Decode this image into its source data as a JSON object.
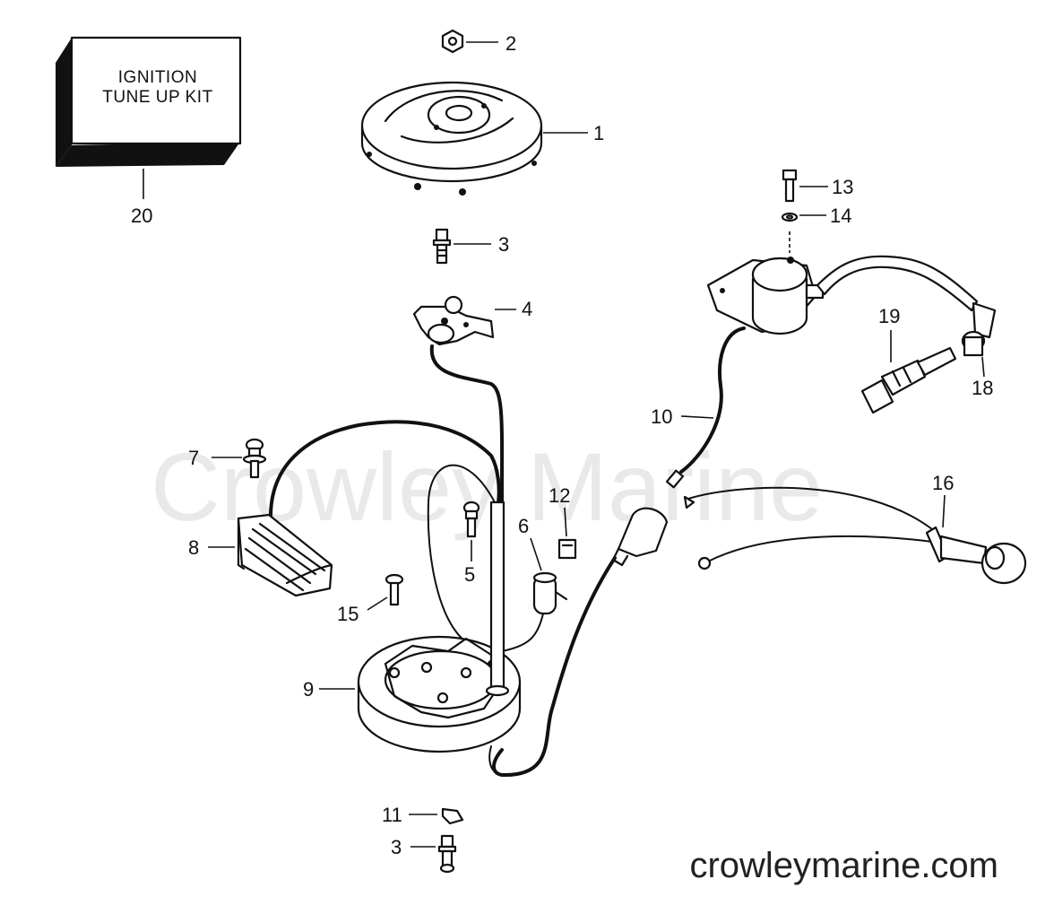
{
  "watermark": "Crowley Marine",
  "footer": "crowleymarine.com",
  "kit_box": {
    "line1": "IGNITION",
    "line2": "TUNE UP KIT"
  },
  "callouts": [
    {
      "id": "c1",
      "label": "1"
    },
    {
      "id": "c2",
      "label": "2"
    },
    {
      "id": "c3a",
      "label": "3"
    },
    {
      "id": "c3b",
      "label": "3"
    },
    {
      "id": "c4",
      "label": "4"
    },
    {
      "id": "c5",
      "label": "5"
    },
    {
      "id": "c6",
      "label": "6"
    },
    {
      "id": "c7",
      "label": "7"
    },
    {
      "id": "c8",
      "label": "8"
    },
    {
      "id": "c9",
      "label": "9"
    },
    {
      "id": "c10",
      "label": "10"
    },
    {
      "id": "c11",
      "label": "11"
    },
    {
      "id": "c12",
      "label": "12"
    },
    {
      "id": "c13",
      "label": "13"
    },
    {
      "id": "c14",
      "label": "14"
    },
    {
      "id": "c15",
      "label": "15"
    },
    {
      "id": "c16",
      "label": "16"
    },
    {
      "id": "c18",
      "label": "18"
    },
    {
      "id": "c19",
      "label": "19"
    },
    {
      "id": "c20",
      "label": "20"
    }
  ]
}
